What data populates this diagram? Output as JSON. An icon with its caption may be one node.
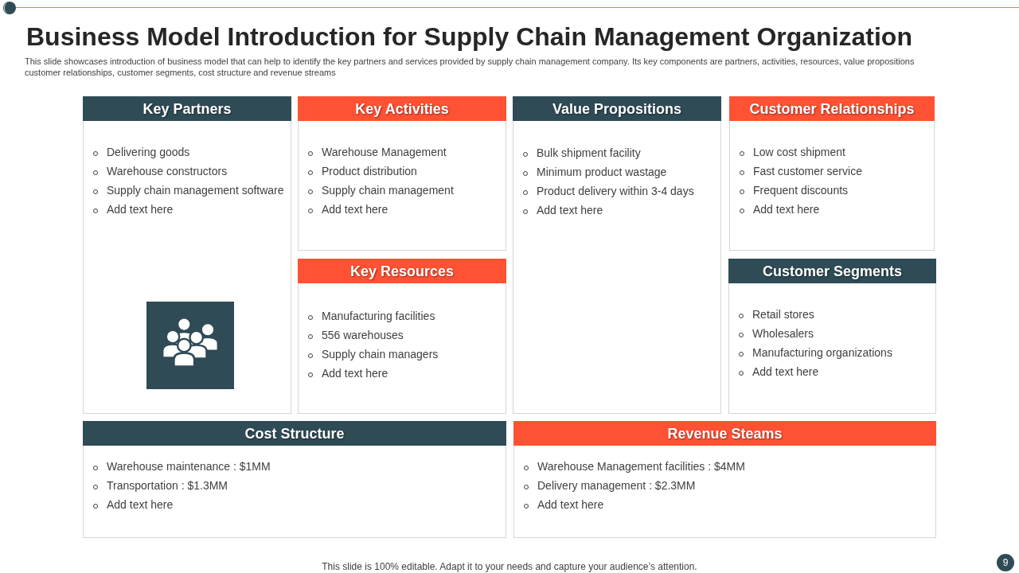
{
  "diagram": {
    "title": "Business Model Introduction for Supply Chain Management Organization",
    "nodes": [
      {
        "text": [
          "Key Partners",
          "Delivering goods",
          "Warehouse constructors",
          "Supply chain management software",
          "Add text here"
        ]
      },
      {
        "text": [
          "Key Activities",
          "Warehouse Management",
          "Product distribution",
          "Supply chain management",
          "Add text here"
        ]
      },
      {
        "text": [
          "Value Propositions",
          "Bulk shipment facility",
          "Minimum product wastage",
          "Product delivery within 3-4 days",
          "Add text here"
        ]
      },
      {
        "text": [
          "Customer Relationships",
          "Low cost shipment",
          "Fast customer service",
          "Frequent discounts",
          "Add text here"
        ]
      },
      {
        "text": [
          "Key Resources",
          "Manufacturing facilities",
          "556 warehouses",
          "Supply chain managers",
          "Add text here"
        ]
      },
      {
        "text": [
          "Customer Segments",
          "Retail stores",
          "Wholesalers",
          "Manufacturing organizations",
          "Add text here"
        ]
      },
      {
        "text": [
          "Cost Structure",
          "Warehouse maintenance : $1MM",
          "Transportation : $1.3MM",
          "Add text here"
        ]
      },
      {
        "text": [
          "Revenue Steams",
          "Warehouse Management facilities : $4MM",
          "Delivery management : $2.3MM",
          "Add text here"
        ]
      }
    ],
    "labels": [
      "This slide showcases introduction of business model that can help to identify the key partners and services provided by supply chain management company. Its key components are partners, activities, resources, value propositions customer relationships, customer segments, cost structure and revenue streams",
      "This slide is 100% editable. Adapt it to your needs and capture your audience’s attention.",
      "9"
    ]
  }
}
